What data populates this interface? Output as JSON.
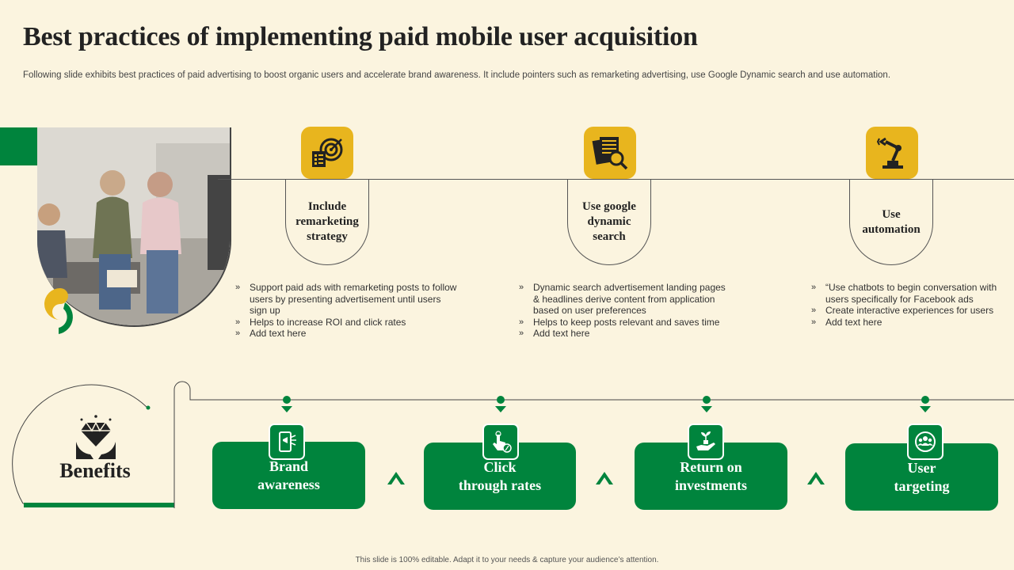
{
  "title": "Best practices of implementing paid mobile user acquisition",
  "subtitle": "Following slide exhibits best practices of paid advertising to boost organic users and accelerate brand awareness. It include pointers such as remarketing advertising, use Google Dynamic search and use automation.",
  "colors": {
    "background": "#FBF4DF",
    "green": "#00843D",
    "yellow": "#E8B51E"
  },
  "practices": [
    {
      "label": "Include remarketing strategy",
      "icon": "target-checklist-icon",
      "points": [
        "Support paid ads with remarketing posts to follow users by presenting advertisement until users sign up",
        "Helps to increase ROI and click rates",
        "Add text here"
      ]
    },
    {
      "label": "Use google dynamic search",
      "icon": "document-search-icon",
      "points": [
        "Dynamic search advertisement landing pages & headlines derive content from application based on user preferences",
        "Helps to keep posts relevant and saves time",
        "Add text here"
      ]
    },
    {
      "label": "Use automation",
      "icon": "robot-arm-icon",
      "points": [
        "“Use chatbots to begin conversation with users specifically for Facebook ads",
        "Create interactive experiences for users",
        "Add text here"
      ]
    }
  ],
  "benefits": {
    "label": "Benefits",
    "items": [
      {
        "label_line1": "Brand",
        "label_line2": "awareness",
        "icon": "mobile-megaphone-icon"
      },
      {
        "label_line1": "Click",
        "label_line2": "through rates",
        "icon": "touch-percent-icon"
      },
      {
        "label_line1": "Return on",
        "label_line2": "investments",
        "icon": "hand-money-plant-icon"
      },
      {
        "label_line1": "User",
        "label_line2": "targeting",
        "icon": "user-group-target-icon"
      }
    ]
  },
  "footer": "This slide is 100% editable.  Adapt it to your needs & capture your audience’s attention."
}
